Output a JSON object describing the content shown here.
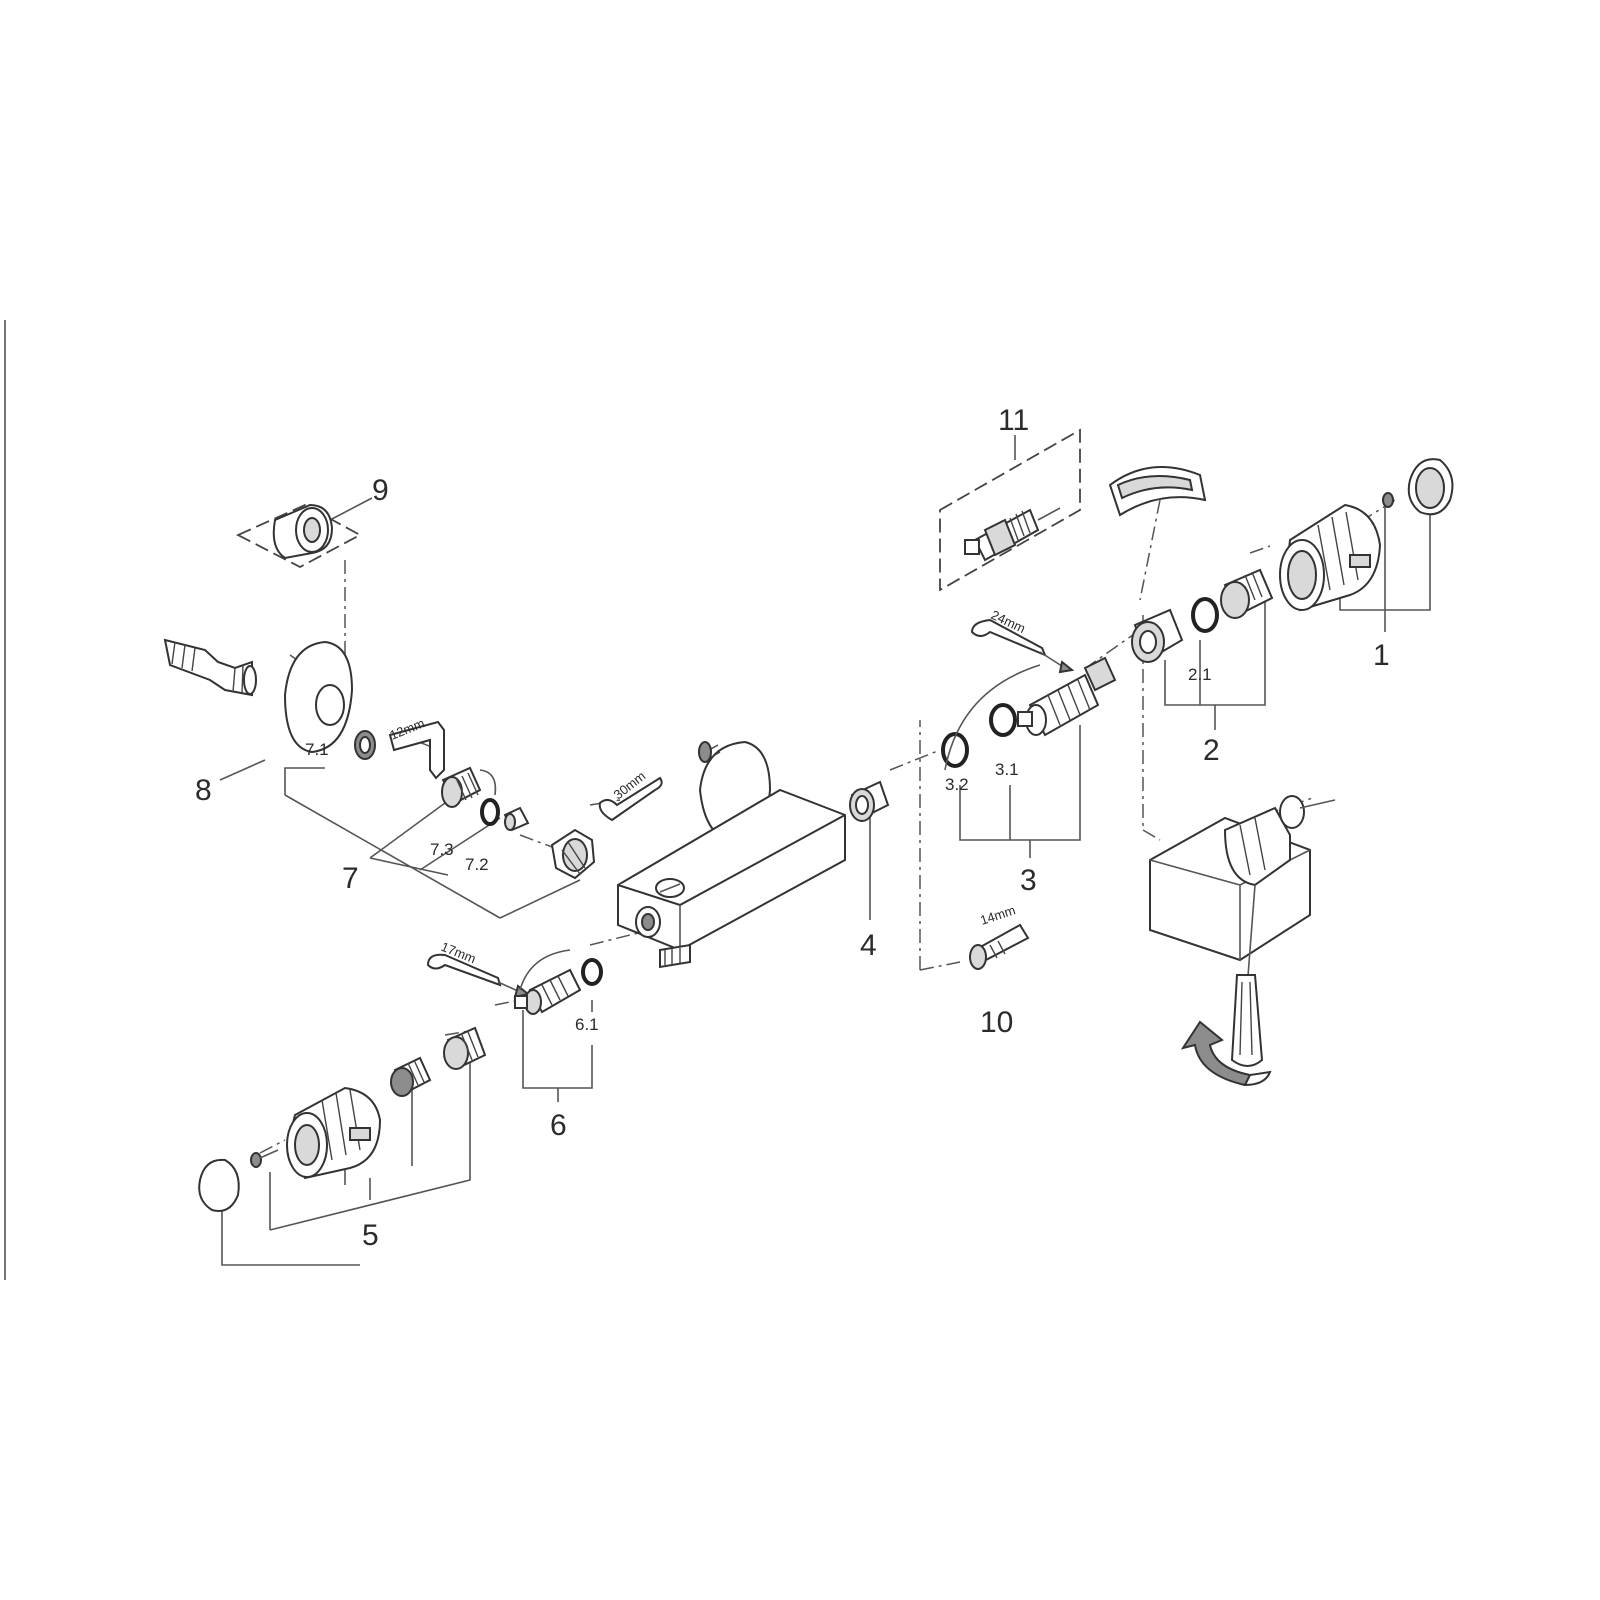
{
  "labels": {
    "p1": "1",
    "p2": "2",
    "p2_1": "2.1",
    "p3": "3",
    "p3_1": "3.1",
    "p3_2": "3.2",
    "p4": "4",
    "p5": "5",
    "p6": "6",
    "p6_1": "6.1",
    "p7": "7",
    "p7_1": "7.1",
    "p7_2": "7.2",
    "p7_3": "7.3",
    "p8": "8",
    "p9": "9",
    "p10": "10",
    "p11": "11"
  },
  "tools": {
    "wrench_24": "24mm",
    "wrench_30": "30mm",
    "wrench_17": "17mm",
    "wrench_14": "14mm",
    "hex_key_12": "12mm"
  }
}
